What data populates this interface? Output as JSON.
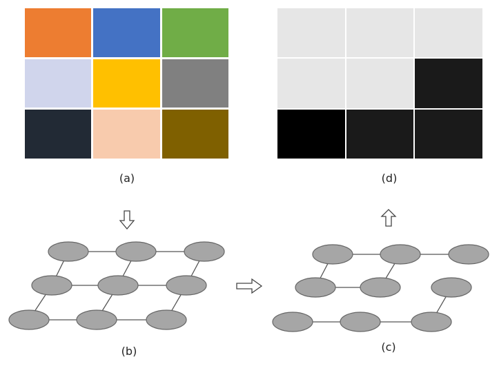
{
  "captions": {
    "a": "(a)",
    "b": "(b)",
    "c": "(c)",
    "d": "(d)"
  },
  "grid_a": {
    "colors": [
      "#ed7d31",
      "#4472c4",
      "#70ad47",
      "#d0d5ec",
      "#ffc000",
      "#808080",
      "#222a35",
      "#f8cbad",
      "#7f6000"
    ]
  },
  "grid_d": {
    "colors": [
      "#e6e6e6",
      "#e6e6e6",
      "#e6e6e6",
      "#e6e6e6",
      "#e6e6e6",
      "#1a1a1a",
      "#000000",
      "#1a1a1a",
      "#1a1a1a"
    ]
  },
  "arrows": {
    "a_to_b": "down-arrow-icon",
    "b_to_c": "right-arrow-icon",
    "c_to_d": "up-arrow-icon"
  },
  "graph_b": {
    "nodes": [
      {
        "id": "b11",
        "row": 1,
        "col": 1
      },
      {
        "id": "b12",
        "row": 1,
        "col": 2
      },
      {
        "id": "b13",
        "row": 1,
        "col": 3
      },
      {
        "id": "b21",
        "row": 2,
        "col": 1
      },
      {
        "id": "b22",
        "row": 2,
        "col": 2
      },
      {
        "id": "b23",
        "row": 2,
        "col": 3
      },
      {
        "id": "b31",
        "row": 3,
        "col": 1
      },
      {
        "id": "b32",
        "row": 3,
        "col": 2
      },
      {
        "id": "b33",
        "row": 3,
        "col": 3
      }
    ],
    "edges": [
      [
        "b11",
        "b12"
      ],
      [
        "b12",
        "b13"
      ],
      [
        "b21",
        "b22"
      ],
      [
        "b22",
        "b23"
      ],
      [
        "b31",
        "b32"
      ],
      [
        "b32",
        "b33"
      ],
      [
        "b11",
        "b21"
      ],
      [
        "b21",
        "b31"
      ],
      [
        "b12",
        "b22"
      ],
      [
        "b22",
        "b32"
      ],
      [
        "b13",
        "b23"
      ],
      [
        "b23",
        "b33"
      ]
    ]
  },
  "graph_c": {
    "nodes": [
      {
        "id": "c11",
        "row": 1,
        "col": 1
      },
      {
        "id": "c12",
        "row": 1,
        "col": 2
      },
      {
        "id": "c13",
        "row": 1,
        "col": 3
      },
      {
        "id": "c21",
        "row": 2,
        "col": 1
      },
      {
        "id": "c22",
        "row": 2,
        "col": 2
      },
      {
        "id": "c23",
        "row": 2,
        "col": 3
      },
      {
        "id": "c31",
        "row": 3,
        "col": 1
      },
      {
        "id": "c32",
        "row": 3,
        "col": 2
      },
      {
        "id": "c33",
        "row": 3,
        "col": 3
      }
    ],
    "edges": [
      [
        "c11",
        "c12"
      ],
      [
        "c12",
        "c13"
      ],
      [
        "c21",
        "c22"
      ],
      [
        "c31",
        "c32"
      ],
      [
        "c32",
        "c33"
      ],
      [
        "c11",
        "c21"
      ],
      [
        "c12",
        "c22"
      ],
      [
        "c23",
        "c33"
      ]
    ]
  }
}
